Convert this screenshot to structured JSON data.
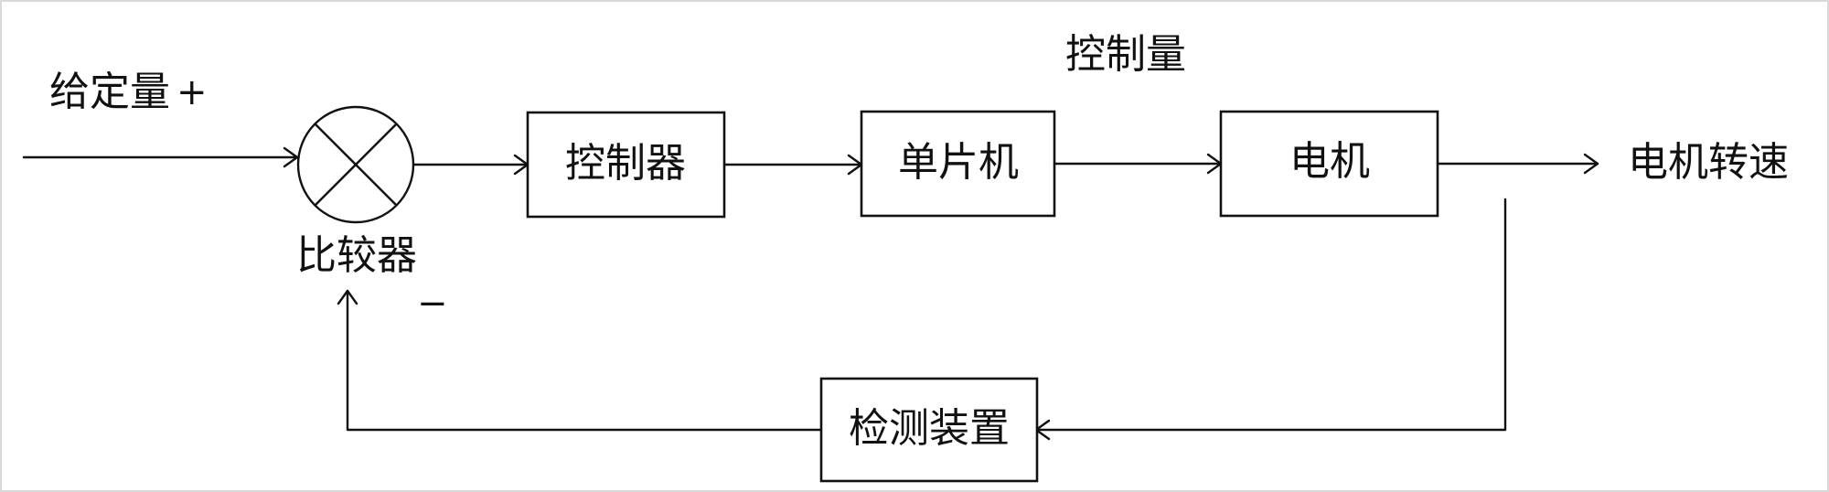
{
  "diagram": {
    "input_label": "给定量",
    "plus_sign": "+",
    "minus_sign": "−",
    "comparator_label": "比较器",
    "control_signal_label": "控制量",
    "output_label": "电机转速",
    "blocks": {
      "controller": "控制器",
      "mcu": "单片机",
      "motor": "电机",
      "sensor": "检测装置"
    }
  }
}
